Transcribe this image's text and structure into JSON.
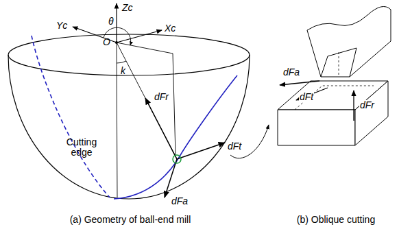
{
  "diagram": {
    "labels": [
      "Zc",
      "θ",
      "Yc",
      "Xc",
      "O",
      "k",
      "dFr",
      "Cutting edge",
      "dFt",
      "dFa",
      "(a) Geometry of ball-end mill",
      "(b) Oblique cutting",
      "dFa",
      "dFt",
      "dFr"
    ]
  }
}
